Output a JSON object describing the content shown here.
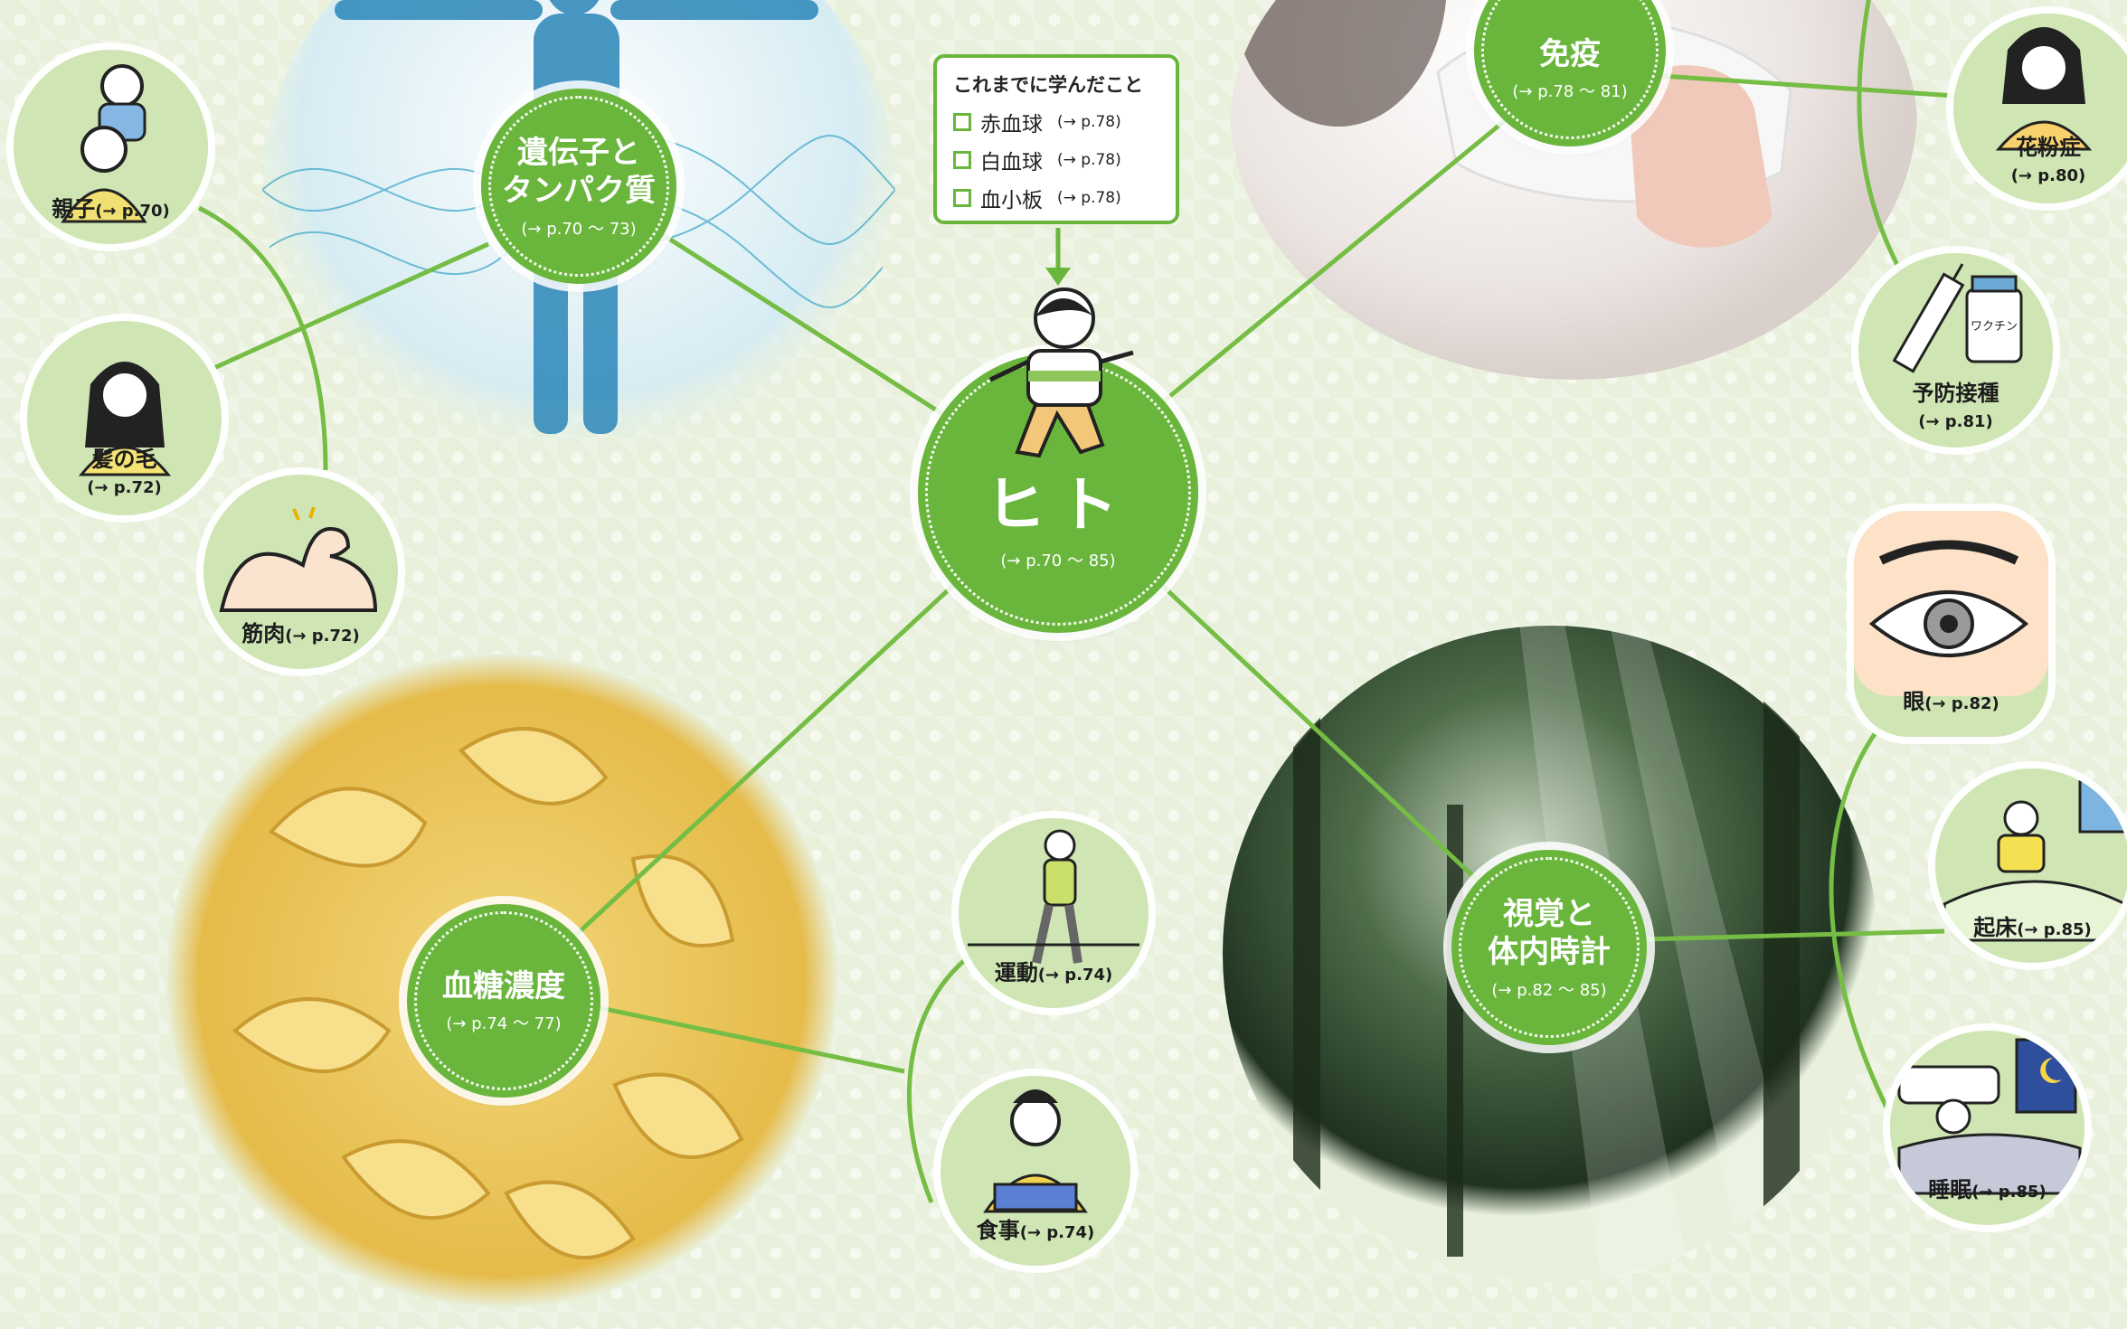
{
  "colors": {
    "green": "#6ab63d",
    "leaf_bg": "#cfe6b4",
    "background": "#e9f1dd"
  },
  "legend": {
    "heading": "これまでに学んだこと",
    "items": [
      {
        "label": "赤血球",
        "ref": "(→ p.78)"
      },
      {
        "label": "白血球",
        "ref": "(→ p.78)"
      },
      {
        "label": "血小板",
        "ref": "(→ p.78)"
      }
    ]
  },
  "center": {
    "title": "ヒト",
    "ref": "(→ p.70 ～ 85)"
  },
  "topics": {
    "genes": {
      "title": "遺伝子と\nタンパク質",
      "ref": "(→ p.70 ～ 73)"
    },
    "immunity": {
      "title": "免疫",
      "ref": "(→ p.78 ～ 81)"
    },
    "blood_sugar": {
      "title": "血糖濃度",
      "ref": "(→ p.74 ～ 77)"
    },
    "vision": {
      "title": "視覚と\n体内時計",
      "ref": "(→ p.82 ～ 85)"
    }
  },
  "leaves": {
    "parent_child": {
      "label": "親子",
      "ref": "(→ p.70)"
    },
    "hair": {
      "label": "髪の毛",
      "ref": "(→ p.72)"
    },
    "muscle": {
      "label": "筋肉",
      "ref": "(→ p.72)"
    },
    "hay_fever": {
      "label": "花粉症",
      "ref": "(→ p.80)"
    },
    "vaccination": {
      "label": "予防接種",
      "ref": "(→ p.81)",
      "vial_text": "ワクチン"
    },
    "exercise": {
      "label": "運動",
      "ref": "(→ p.74)"
    },
    "meal": {
      "label": "食事",
      "ref": "(→ p.74)"
    },
    "eye": {
      "label": "眼",
      "ref": "(→ p.82)"
    },
    "wake_up": {
      "label": "起床",
      "ref": "(→ p.85)"
    },
    "sleep": {
      "label": "睡眠",
      "ref": "(→ p.85)"
    }
  }
}
